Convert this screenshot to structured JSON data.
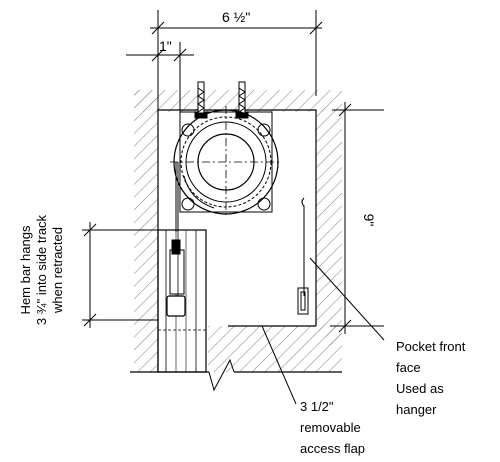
{
  "dimensions": {
    "overall_width": "6 ½\"",
    "inset": "1\"",
    "height": "9\""
  },
  "labels": {
    "hem_bar_line1": "Hem bar hangs",
    "hem_bar_line2": "3 ¾\" into side track",
    "hem_bar_line3": "when retracted",
    "pocket_line1": "Pocket front",
    "pocket_line2": "face",
    "pocket_line3": "Used as",
    "pocket_line4": "hanger",
    "flap_line1": "3 1/2\"",
    "flap_line2": "removable",
    "flap_line3": "access flap"
  }
}
